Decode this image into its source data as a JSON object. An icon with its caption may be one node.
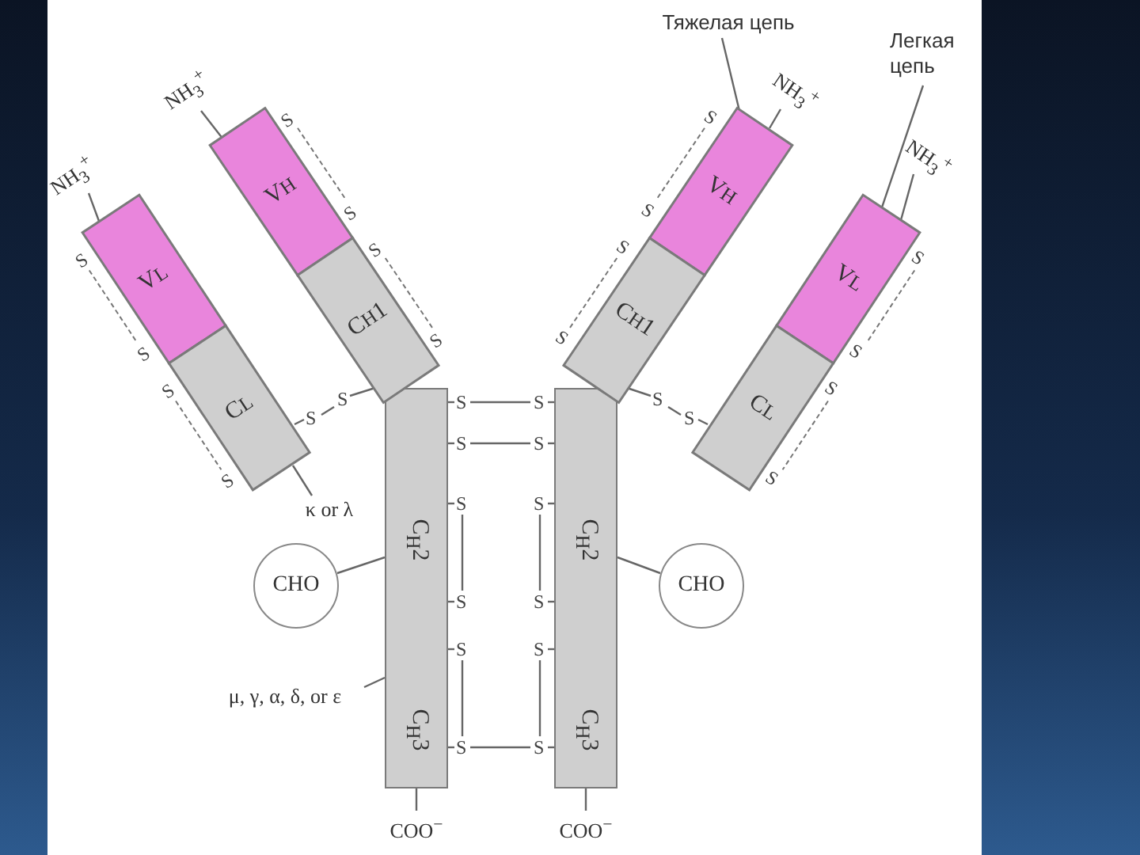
{
  "diagram": {
    "nodes": [
      {
        "text": [
          "Тяжелая цепь"
        ]
      },
      {
        "text": [
          "Легкая цепь"
        ]
      },
      {
        "text": [
          "NH$_{3}$$^{+}$"
        ]
      },
      {
        "text": [
          "NH$_{3}$$^{+}$"
        ]
      },
      {
        "text": [
          "NH$_{3}$$^{+}$"
        ]
      },
      {
        "text": [
          "NH$_{3}$$^{+}$"
        ]
      },
      {
        "text": [
          "V$_{H}$"
        ]
      },
      {
        "text": [
          "V$_{H}$"
        ]
      },
      {
        "text": [
          "V$_{L}$"
        ]
      },
      {
        "text": [
          "V$_{L}$"
        ]
      },
      {
        "text": [
          "C$_{H}$1"
        ]
      },
      {
        "text": [
          "C$_{H}$1"
        ]
      },
      {
        "text": [
          "C$_{L}$"
        ]
      },
      {
        "text": [
          "C$_{L}$"
        ]
      },
      {
        "text": [
          "κ or λ"
        ]
      },
      {
        "text": [
          "C$_{H}$2",
          "C$_{H}$3"
        ]
      },
      {
        "text": [
          "C$_{H}$2",
          "C$_{H}$3"
        ]
      },
      {
        "text": [
          "CHO"
        ]
      },
      {
        "text": [
          "CHO"
        ]
      },
      {
        "text": [
          "μ, γ, α, δ, or ε"
        ]
      },
      {
        "text": [
          "COO$^{−}$"
        ]
      },
      {
        "text": [
          "COO$^{−}$"
        ]
      }
    ],
    "edges": [
      {
        "from": 0,
        "to": 7,
        "arrow": "none"
      },
      {
        "from": 1,
        "to": 9,
        "arrow": "none"
      },
      {
        "from": 2,
        "to": 6,
        "arrow": "none"
      },
      {
        "from": 3,
        "to": 7,
        "arrow": "none"
      },
      {
        "from": 4,
        "to": 8,
        "arrow": "none"
      },
      {
        "from": 5,
        "to": 9,
        "arrow": "none"
      },
      {
        "from": 14,
        "to": 12,
        "arrow": "none"
      },
      {
        "from": 17,
        "to": 15,
        "arrow": "none"
      },
      {
        "from": 18,
        "to": 16,
        "arrow": "none"
      },
      {
        "from": 19,
        "to": 15,
        "arrow": "none"
      },
      {
        "from": 20,
        "to": 15,
        "arrow": "none"
      },
      {
        "from": 21,
        "to": 16,
        "arrow": "none"
      }
    ],
    "labels": [
      "S",
      "S",
      "S",
      "S",
      "S",
      "S",
      "S",
      "S",
      "S",
      "S",
      "S",
      "S",
      "S",
      "S",
      "S",
      "S",
      "S",
      "S",
      "S",
      "S",
      "S",
      "S",
      "S",
      "S",
      "S",
      "S",
      "S",
      "S",
      "S",
      "S",
      "S",
      "S"
    ]
  }
}
